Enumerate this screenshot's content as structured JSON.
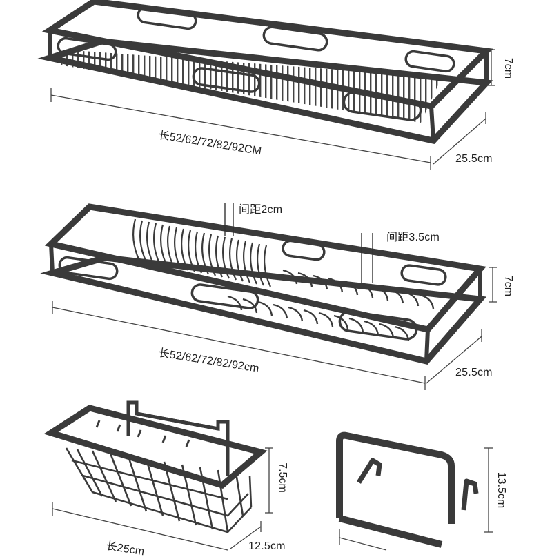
{
  "colors": {
    "frame": "#3a3a3a",
    "frame_light": "#6a6a6a",
    "dimension_line": "#444444",
    "text": "#222222",
    "background": "#ffffff"
  },
  "rack1": {
    "length_label": "长52/62/72/82/92CM",
    "depth_label": "25.5cm",
    "height_label": "7cm"
  },
  "rack2": {
    "length_label": "长52/62/72/82/92cm",
    "depth_label": "25.5cm",
    "height_label": "7cm",
    "spacing_small": "间距2cm",
    "spacing_large": "间距3.5cm"
  },
  "basket": {
    "length_label": "长25cm",
    "depth_label": "12.5cm",
    "height_label": "7.5cm"
  },
  "hook_holder": {
    "height_label": "13.5cm"
  }
}
